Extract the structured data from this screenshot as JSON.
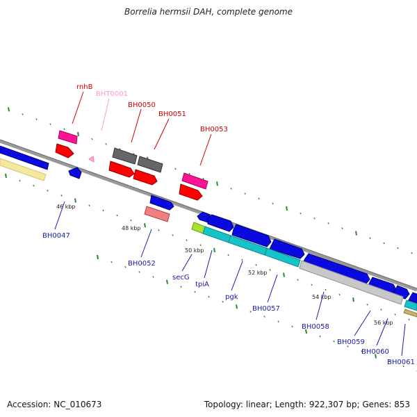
{
  "title": "Borrelia hermsii DAH, complete genome",
  "footer": {
    "accession": "Accession: NC_010673",
    "stats": "Topology: linear; Length: 922,307 bp; Genes: 853"
  },
  "colors": {
    "backbone": "#808080",
    "cds_blue": "#0000ee",
    "cds_red": "#ff0000",
    "cds_pink": "#ff1493",
    "cds_gray": "#666666",
    "pseudo_pink": "#ffaacc",
    "salmon": "#f08080",
    "cyan": "#17c3c8",
    "pale_yellow": "#f2e89a",
    "light_gray": "#c8c8c8",
    "lime": "#a6e22e",
    "tan": "#c8b46e",
    "tick_green": "#2b8a2b",
    "label_red": "#cc0000",
    "label_blue": "#1a1aa8",
    "label_pink": "#ff99cc"
  },
  "kbp_labels": [
    "46 kbp",
    "48 kbp",
    "50 kbp",
    "52 kbp",
    "54 kbp",
    "56 kbp"
  ],
  "gene_labels": {
    "top": [
      "rnhB",
      "BHT0001",
      "BH0050",
      "BH0051",
      "BH0053"
    ],
    "bottom": [
      "BH0047",
      "BH0052",
      "secG",
      "tpiA",
      "pgk",
      "BH0057",
      "BH0058",
      "BH0059",
      "BH0060",
      "BH0061"
    ]
  }
}
